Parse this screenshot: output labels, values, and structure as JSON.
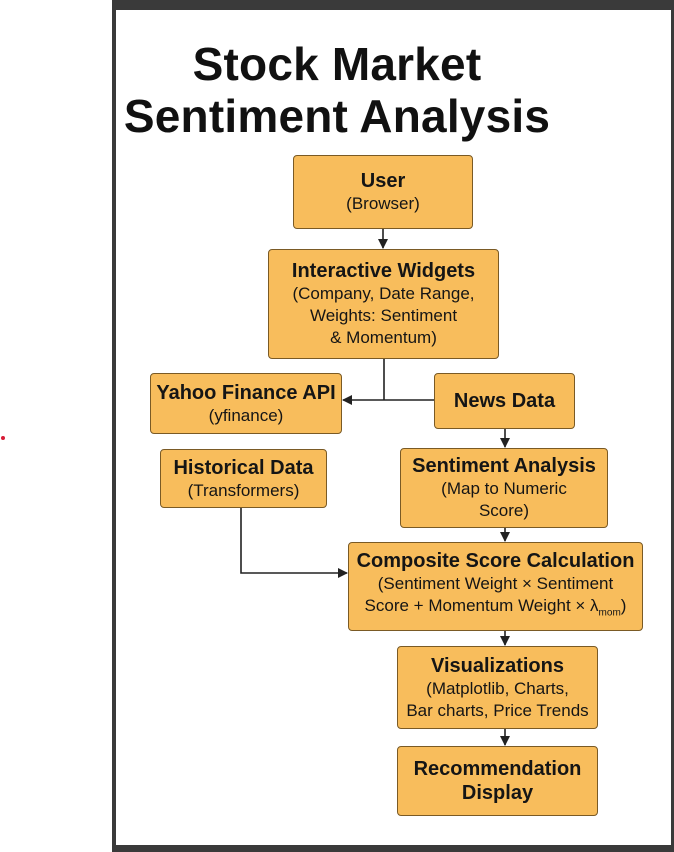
{
  "title": {
    "line1": "Stock Market",
    "line2": "Sentiment Analysis"
  },
  "nodes": {
    "user": {
      "title": "User",
      "lines": [
        "(Browser)"
      ]
    },
    "widgets": {
      "title": "Interactive Widgets",
      "lines": [
        "(Company, Date Range,",
        "Weights: Sentiment",
        "& Momentum)"
      ]
    },
    "yahoo": {
      "title": "Yahoo Finance API",
      "lines": [
        "(yfinance)"
      ]
    },
    "news": {
      "title": "News Data",
      "lines": []
    },
    "historical": {
      "title": "Historical Data",
      "lines": [
        "(Transformers)"
      ]
    },
    "sentiment": {
      "title": "Sentiment Analysis",
      "lines": [
        "(Map to Numeric",
        "Score)"
      ]
    },
    "composite": {
      "title": "Composite Score Calculation",
      "lines": [
        "(Sentiment Weight × Sentiment",
        "Score + Momentum Weight × λ",
        "mom",
        ")"
      ]
    },
    "viz": {
      "title": "Visualizations",
      "lines": [
        "(Matplotlib, Charts,",
        "Bar charts, Price Trends"
      ]
    },
    "reco": {
      "title": "Recommendation Display",
      "lines": []
    }
  },
  "colors": {
    "node_fill": "#f8bd5c",
    "node_border": "#7a5a25",
    "edge": "#222222",
    "frame": "#3a3a3a"
  }
}
